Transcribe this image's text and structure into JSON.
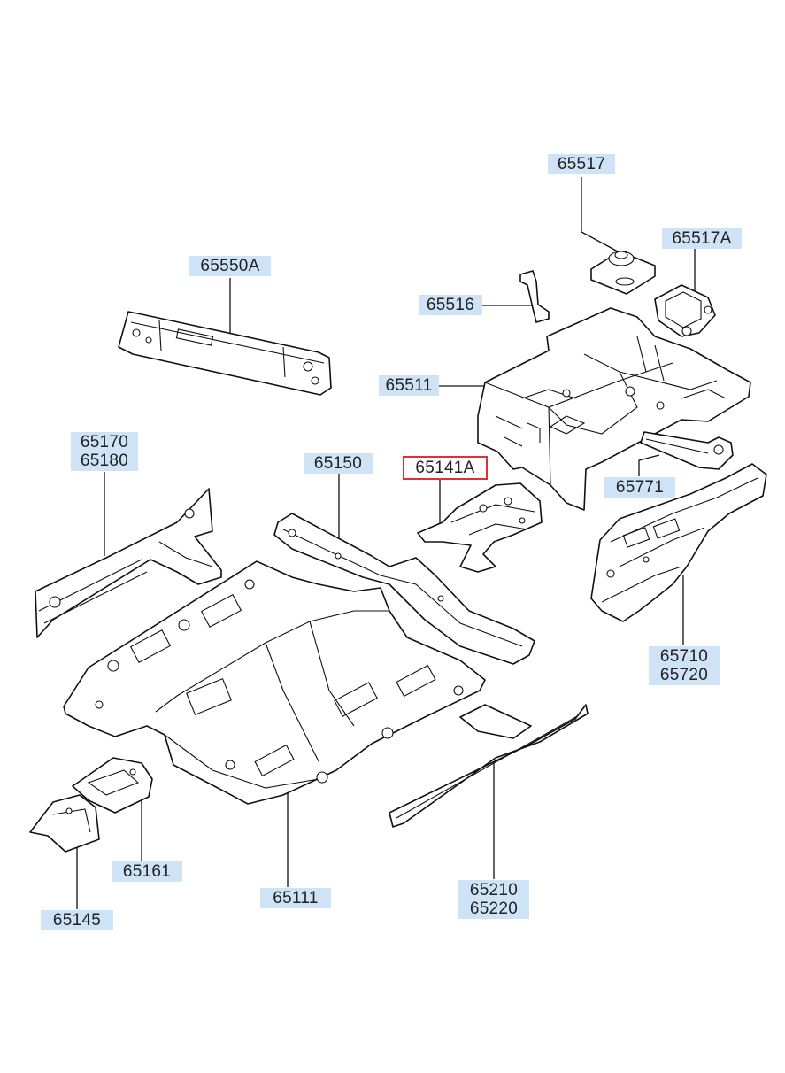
{
  "labels": {
    "p65517": "65517",
    "p65517A": "65517A",
    "p65550A": "65550A",
    "p65516": "65516",
    "p65511": "65511",
    "p65170": "65170",
    "p65180": "65180",
    "p65150": "65150",
    "p65141A": "65141A",
    "p65771": "65771",
    "p65710": "65710",
    "p65720": "65720",
    "p65161": "65161",
    "p65111": "65111",
    "p65210": "65210",
    "p65220": "65220",
    "p65145": "65145"
  },
  "selected_part": "65141A",
  "colors": {
    "label_bg": "#cfe3f7",
    "selected_border": "#e03030",
    "line": "#111111"
  }
}
